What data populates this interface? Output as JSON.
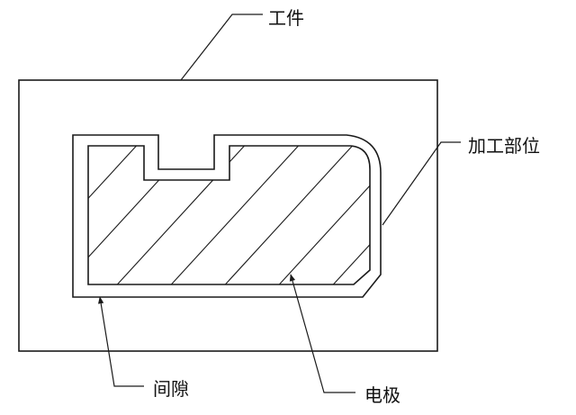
{
  "labels": {
    "workpiece": "工件",
    "machining_area": "加工部位",
    "gap": "间隙",
    "electrode": "电极"
  }
}
